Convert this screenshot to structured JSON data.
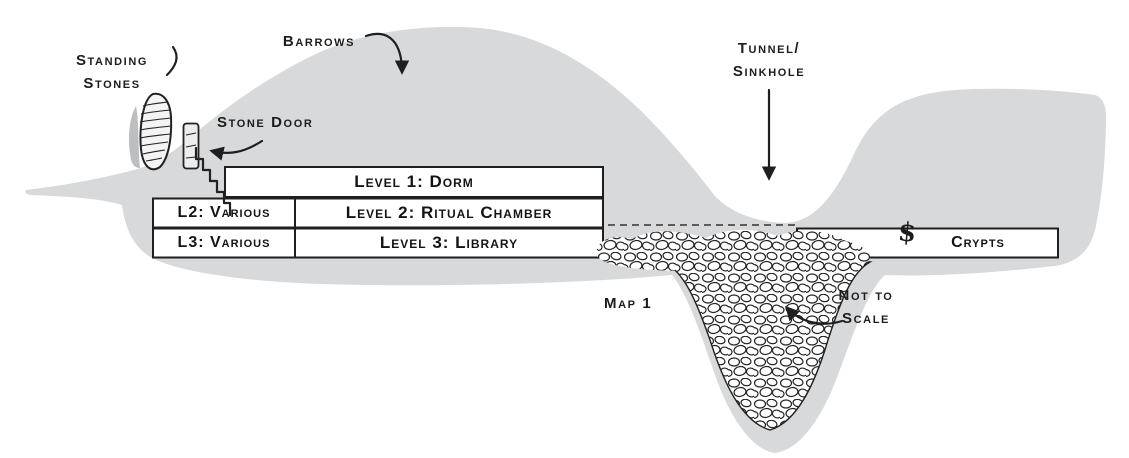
{
  "labels": {
    "standing_stones": "Standing\nStones",
    "barrows": "Barrows",
    "stone_door": "Stone Door",
    "tunnel_sinkhole": "Tunnel/\nSinkhole",
    "map_title": "Map 1",
    "not_to_scale": "Not to\nScale",
    "treasure_marker": "$"
  },
  "levels": {
    "level1": "Level 1: Dorm",
    "l2_side": "L2: Various",
    "level2": "Level 2: Ritual Chamber",
    "l3_side": "L3: Various",
    "level3": "Level 3: Library",
    "crypts": "Crypts"
  },
  "colors": {
    "ground": "#d8d9da",
    "ink": "#1f1f1f",
    "box_fill": "#ffffff"
  }
}
